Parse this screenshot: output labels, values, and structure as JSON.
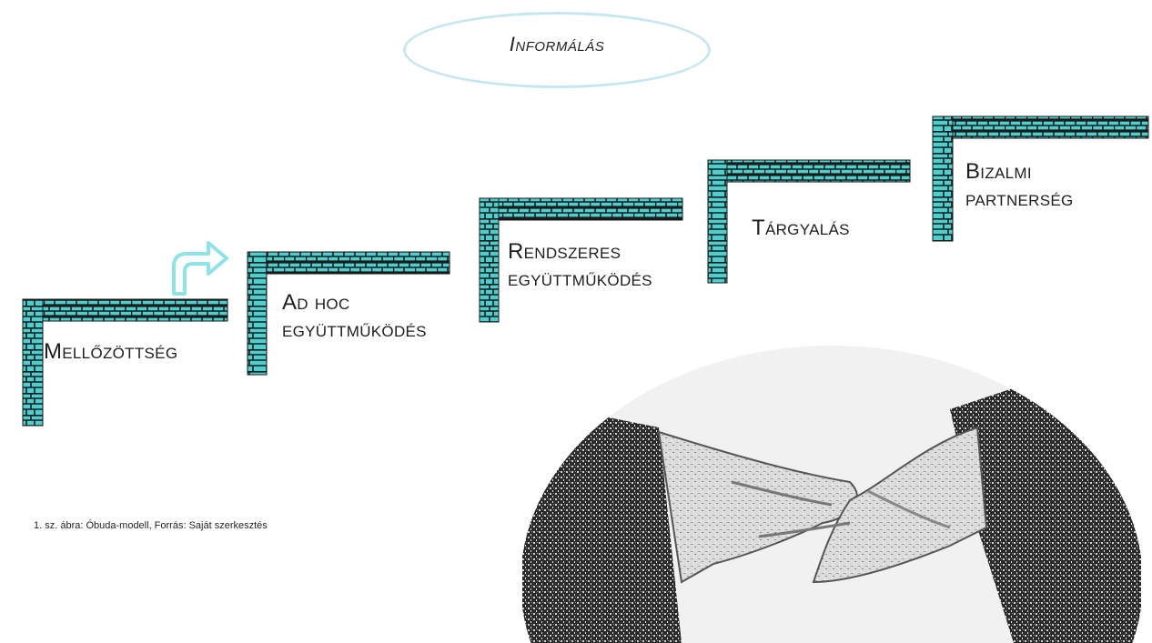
{
  "title": "Informálás",
  "steps": [
    {
      "label_line1": "Mellőzöttség",
      "label_line2": ""
    },
    {
      "label_line1": "Ad hoc",
      "label_line2": "együttműködés"
    },
    {
      "label_line1": "Rendszeres",
      "label_line2": "együttműködés"
    },
    {
      "label_line1": "Tárgyalás",
      "label_line2": ""
    },
    {
      "label_line1": "Bizalmi",
      "label_line2": "partnerség"
    }
  ],
  "caption": "1. sz. ábra: Óbuda-modell, Forrás: Saját szerkesztés",
  "colors": {
    "brick": "#4ecfcf",
    "mortar": "#1a1a1a",
    "arrow": "#8fe3e6",
    "ellipse": "#c6e7ef"
  },
  "icons": {
    "arrow": "turn-right-arrow-icon",
    "photo": "handshake-image"
  }
}
